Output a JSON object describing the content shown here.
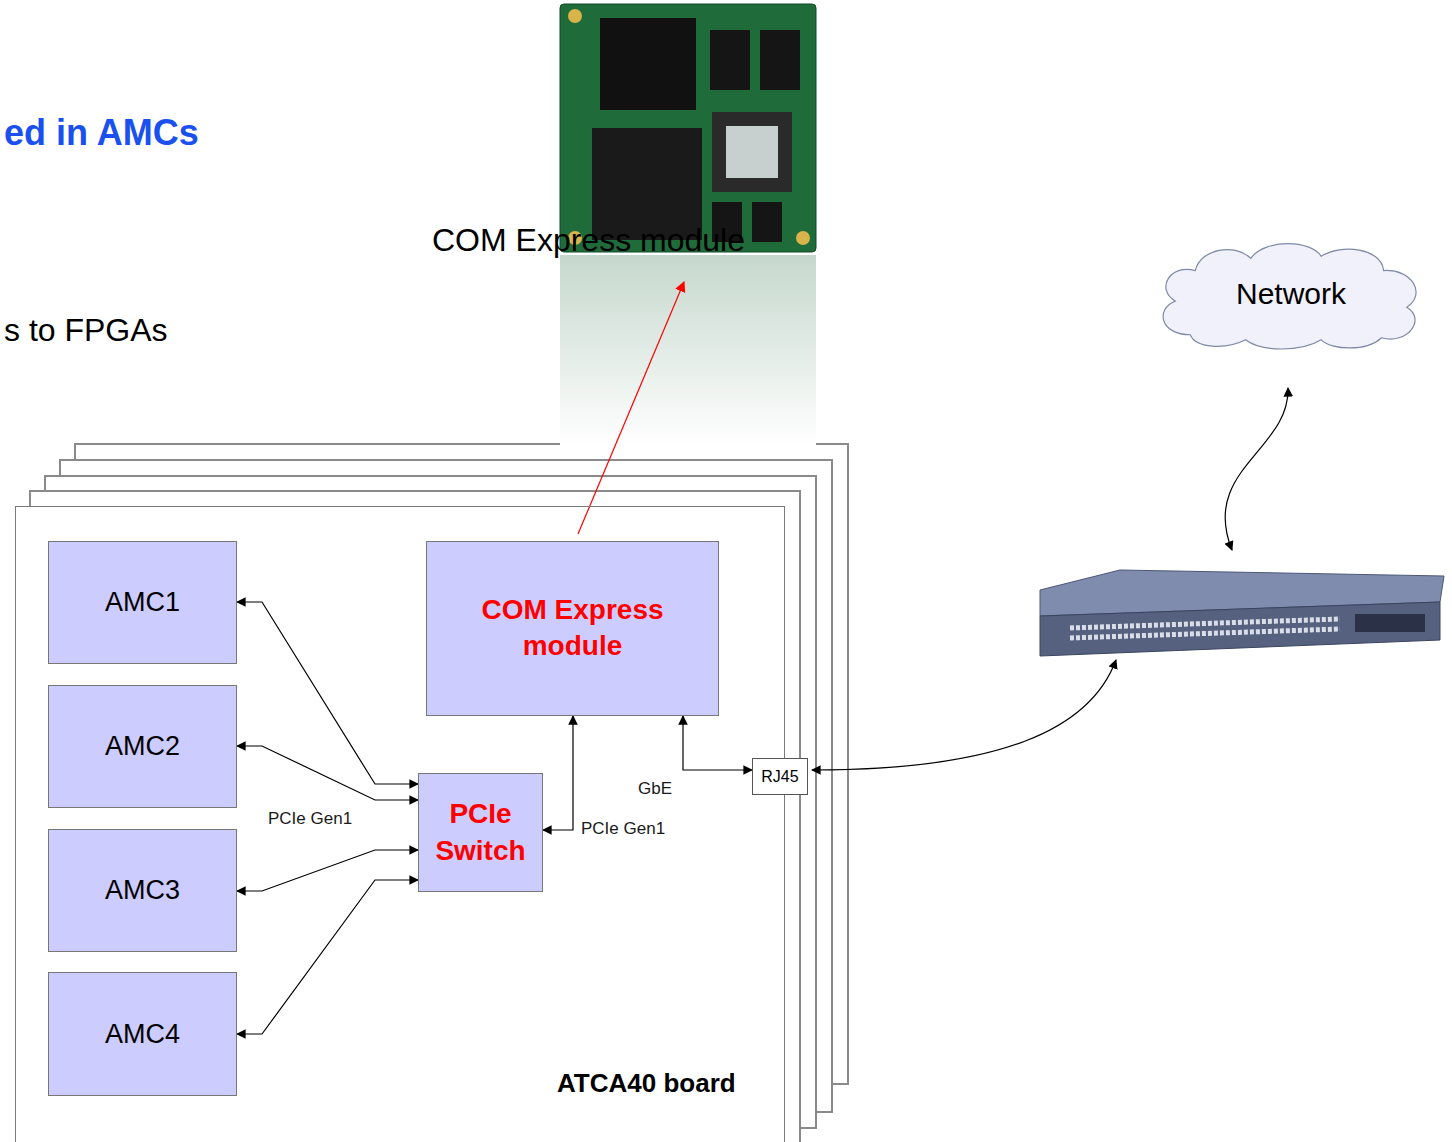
{
  "diagram": {
    "title": "ed in AMCs",
    "nodes": [
      {
        "text": [
          "ATCA40 board"
        ]
      },
      {
        "text": [
          "AMC1"
        ],
        "in": 0
      },
      {
        "text": [
          "AMC2"
        ],
        "in": 0
      },
      {
        "text": [
          "AMC3"
        ],
        "in": 0
      },
      {
        "text": [
          "AMC4"
        ],
        "in": 0
      },
      {
        "text": [
          "COM Express module"
        ],
        "in": 0
      },
      {
        "text": [
          "PCIe Switch"
        ],
        "in": 0
      },
      {
        "text": [
          "RJ45"
        ]
      },
      {
        "text": [
          "Network"
        ]
      }
    ],
    "edges": [
      {
        "from": 1,
        "to": 6,
        "arrow": "both"
      },
      {
        "from": 2,
        "to": 6,
        "arrow": "both",
        "label": "PCIe Gen1"
      },
      {
        "from": 3,
        "to": 6,
        "arrow": "both"
      },
      {
        "from": 4,
        "to": 6,
        "arrow": "both"
      },
      {
        "from": 6,
        "to": 5,
        "arrow": "both",
        "label": "PCIe Gen1"
      },
      {
        "from": 5,
        "to": 7,
        "arrow": "both",
        "label": "GbE"
      }
    ],
    "labels": [
      "COM Express module",
      "s to FPGAs"
    ]
  }
}
